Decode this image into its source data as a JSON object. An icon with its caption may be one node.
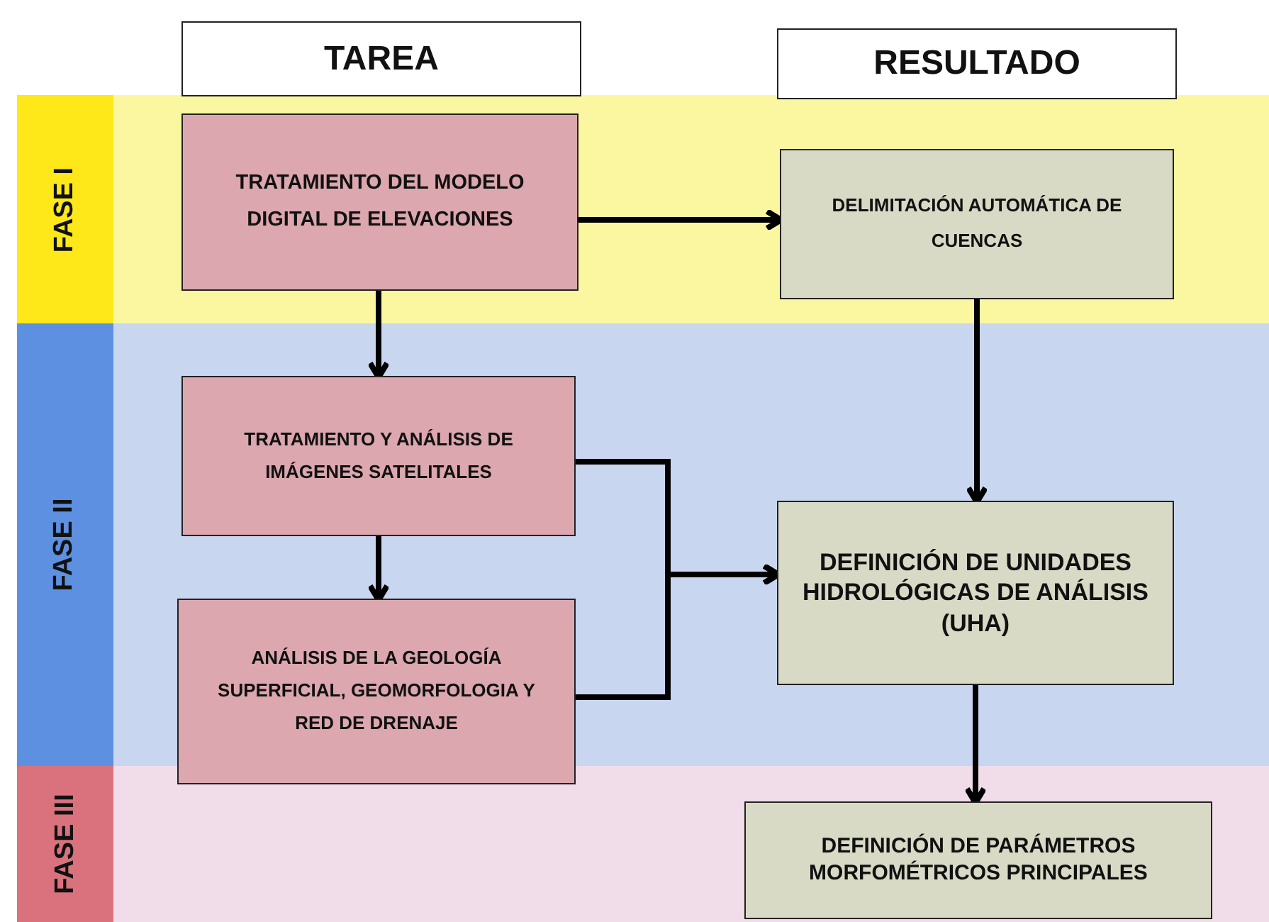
{
  "diagram": {
    "nodes": [
      {
        "text": [
          "TAREA"
        ]
      },
      {
        "text": [
          "RESULTADO"
        ]
      },
      {
        "text": [
          "FASE I"
        ]
      },
      {
        "text": [
          "TRATAMIENTO DEL MODELO DIGITAL DE ELEVACIONES"
        ]
      },
      {
        "text": [
          "DELIMITACIÓN AUTOMÁTICA DE CUENCAS"
        ]
      },
      {
        "text": [
          "FASE II"
        ]
      },
      {
        "text": [
          "TRATAMIENTO Y ANÁLISIS DE IMÁGENES SATELITALES"
        ]
      },
      {
        "text": [
          "DEFINICIÓN DE UNIDADES HIDROLÓGICAS DE ANÁLISIS (UHA)"
        ]
      },
      {
        "text": [
          "ANÁLISIS DE LA GEOLOGÍA SUPERFICIAL, GEOMORFOLOGIA Y RED DE DRENAJE"
        ]
      },
      {
        "text": [
          "FASE III"
        ]
      },
      {
        "text": [
          "DEFINICIÓN DE PARÁMETROS MORFOMÉTRICOS PRINCIPALES"
        ]
      }
    ],
    "edges": [
      {
        "from": 3,
        "to": 4,
        "arrow": "to"
      },
      {
        "from": 3,
        "to": 6,
        "arrow": "to"
      },
      {
        "from": 4,
        "to": 7,
        "arrow": "to"
      },
      {
        "from": 6,
        "to": 8,
        "arrow": "to"
      },
      {
        "from": 6,
        "to": 7,
        "arrow": "to"
      },
      {
        "from": 8,
        "to": 7,
        "arrow": "to"
      },
      {
        "from": 7,
        "to": 10,
        "arrow": "to"
      }
    ]
  }
}
